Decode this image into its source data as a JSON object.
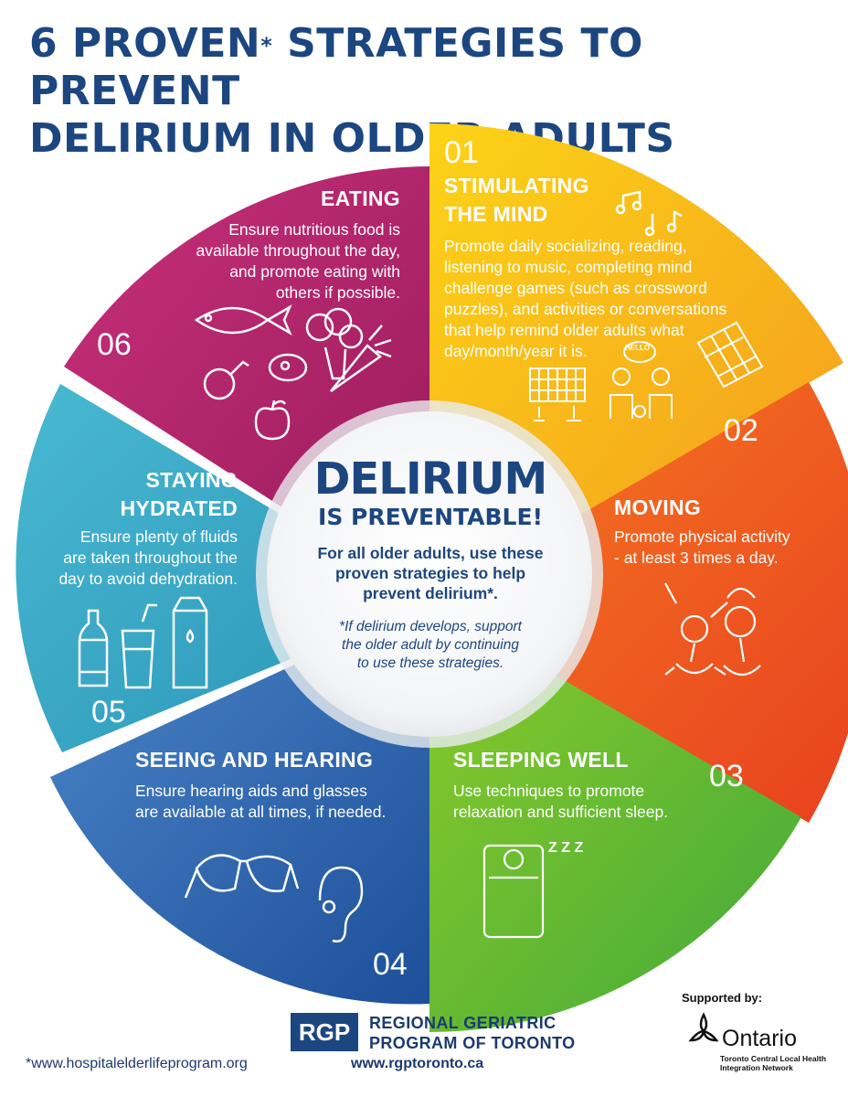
{
  "title_line1": "6 PROVEN",
  "title_sup": "*",
  "title_line1_rest": " STRATEGIES TO PREVENT",
  "title_line2": "DELIRIUM IN OLDER ADULTS",
  "center": {
    "title": "DELIRIUM",
    "subtitle": "IS PREVENTABLE!",
    "text_lines": [
      "For all older adults, use these",
      "proven strategies to help",
      "prevent delirium*."
    ],
    "note_lines": [
      "*If delirium develops, support",
      "the older adult by continuing",
      "to use these strategies."
    ]
  },
  "segments": [
    {
      "number": "01",
      "heading_lines": [
        "STIMULATING",
        "THE MIND"
      ],
      "body_lines": [
        "Promote daily socializing, reading,",
        "listening to music, completing mind",
        "challenge games (such as crossword",
        "puzzles), and activities or conversations",
        "that help remind older adults what",
        "day/month/year it is."
      ],
      "color": "#f7a81b",
      "icon_text": "HELLO"
    },
    {
      "number": "02",
      "heading_lines": [
        "MOVING"
      ],
      "body_lines": [
        "Promote physical activity",
        "- at least 3 times a day."
      ],
      "color": "#ee5a24"
    },
    {
      "number": "03",
      "heading_lines": [
        "SLEEPING WELL"
      ],
      "body_lines": [
        "Use techniques to promote",
        "relaxation and sufficient sleep."
      ],
      "color": "#6cbf2e",
      "icon_text": "Z Z Z"
    },
    {
      "number": "04",
      "heading_lines": [
        "SEEING AND HEARING"
      ],
      "body_lines": [
        "Ensure hearing aids and glasses",
        "are available at all times, if needed."
      ],
      "color": "#2f6db5"
    },
    {
      "number": "05",
      "heading_lines": [
        "STAYING",
        "HYDRATED"
      ],
      "body_lines": [
        "Ensure plenty of fluids",
        "are taken throughout the",
        "day to avoid dehydration."
      ],
      "color": "#2aa5c4"
    },
    {
      "number": "06",
      "heading_lines": [
        "EATING"
      ],
      "body_lines": [
        "Ensure nutritious food is",
        "available throughout the day,",
        "and promote eating with",
        "others if possible."
      ],
      "color": "#b5226b"
    }
  ],
  "footer": {
    "hospital_url": "*www.hospitalelderlifeprogram.org",
    "rgp_abbr": "RGP",
    "rgp_name_lines": [
      "REGIONAL GERIATRIC",
      "PROGRAM OF TORONTO"
    ],
    "rgp_url": "www.rgptoronto.ca",
    "supported_by": "Supported by:",
    "ontario": "Ontario",
    "lhin_lines": [
      "Toronto Central Local Health",
      "Integration Network"
    ]
  },
  "icons": [
    "music-notes-icon",
    "chess-board-icon",
    "people-talking-icon",
    "crossword-icon",
    "dancing-people-icon",
    "sleeping-person-icon",
    "glasses-icon",
    "ear-icon",
    "bottle-icon",
    "glass-with-straw-icon",
    "milk-carton-icon",
    "fish-icon",
    "broccoli-icon",
    "carrot-icon",
    "meat-icon",
    "steak-icon",
    "apple-icon"
  ]
}
